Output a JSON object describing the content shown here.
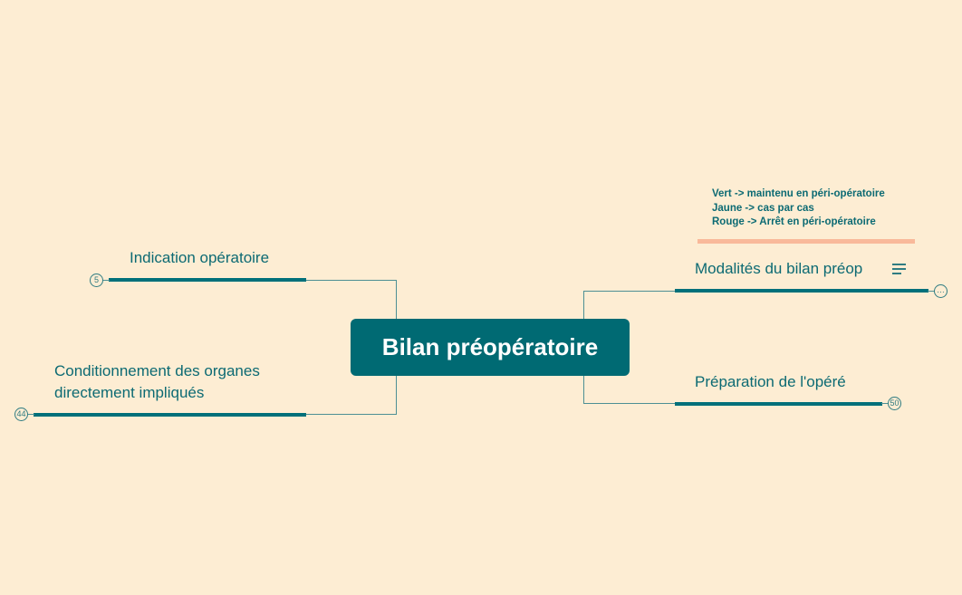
{
  "central_topic": {
    "label": "Bilan préopératoire"
  },
  "branches": [
    {
      "id": "indication",
      "label": "Indication opératoire",
      "side": "left",
      "badge": "5"
    },
    {
      "id": "conditionnement",
      "label_lines": [
        "Conditionnement des organes",
        "directement impliqués"
      ],
      "side": "left",
      "badge": "44"
    },
    {
      "id": "modalites",
      "label": "Modalités du bilan préop",
      "side": "right",
      "badge": "…",
      "has_notes_icon": true,
      "callout": {
        "lines": [
          "Vert -> maintenu en péri-opératoire",
          "Jaune -> cas par cas",
          "Rouge -> Arrêt en péri-opératoire"
        ]
      }
    },
    {
      "id": "preparation",
      "label": "Préparation de l'opéré",
      "side": "right",
      "badge": "50"
    }
  ],
  "colors": {
    "background": "#FDEDD3",
    "primary": "#006A73",
    "callout_bar": "#F9B99A"
  }
}
